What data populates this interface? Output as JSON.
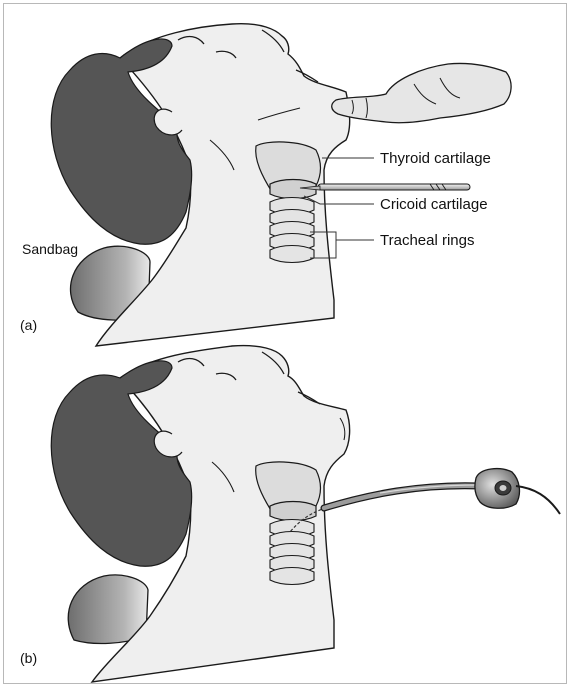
{
  "labels": {
    "thyroid": "Thyroid cartilage",
    "cricoid": "Cricoid cartilage",
    "tracheal": "Tracheal rings",
    "sandbag": "Sandbag",
    "panel_a": "(a)",
    "panel_b": "(b)"
  },
  "colors": {
    "hair": "#555555",
    "skin": "#efefef",
    "outline": "#1a1a1a",
    "sandbag": "#8a8a8a",
    "cartilage": "#dcdcdc"
  }
}
